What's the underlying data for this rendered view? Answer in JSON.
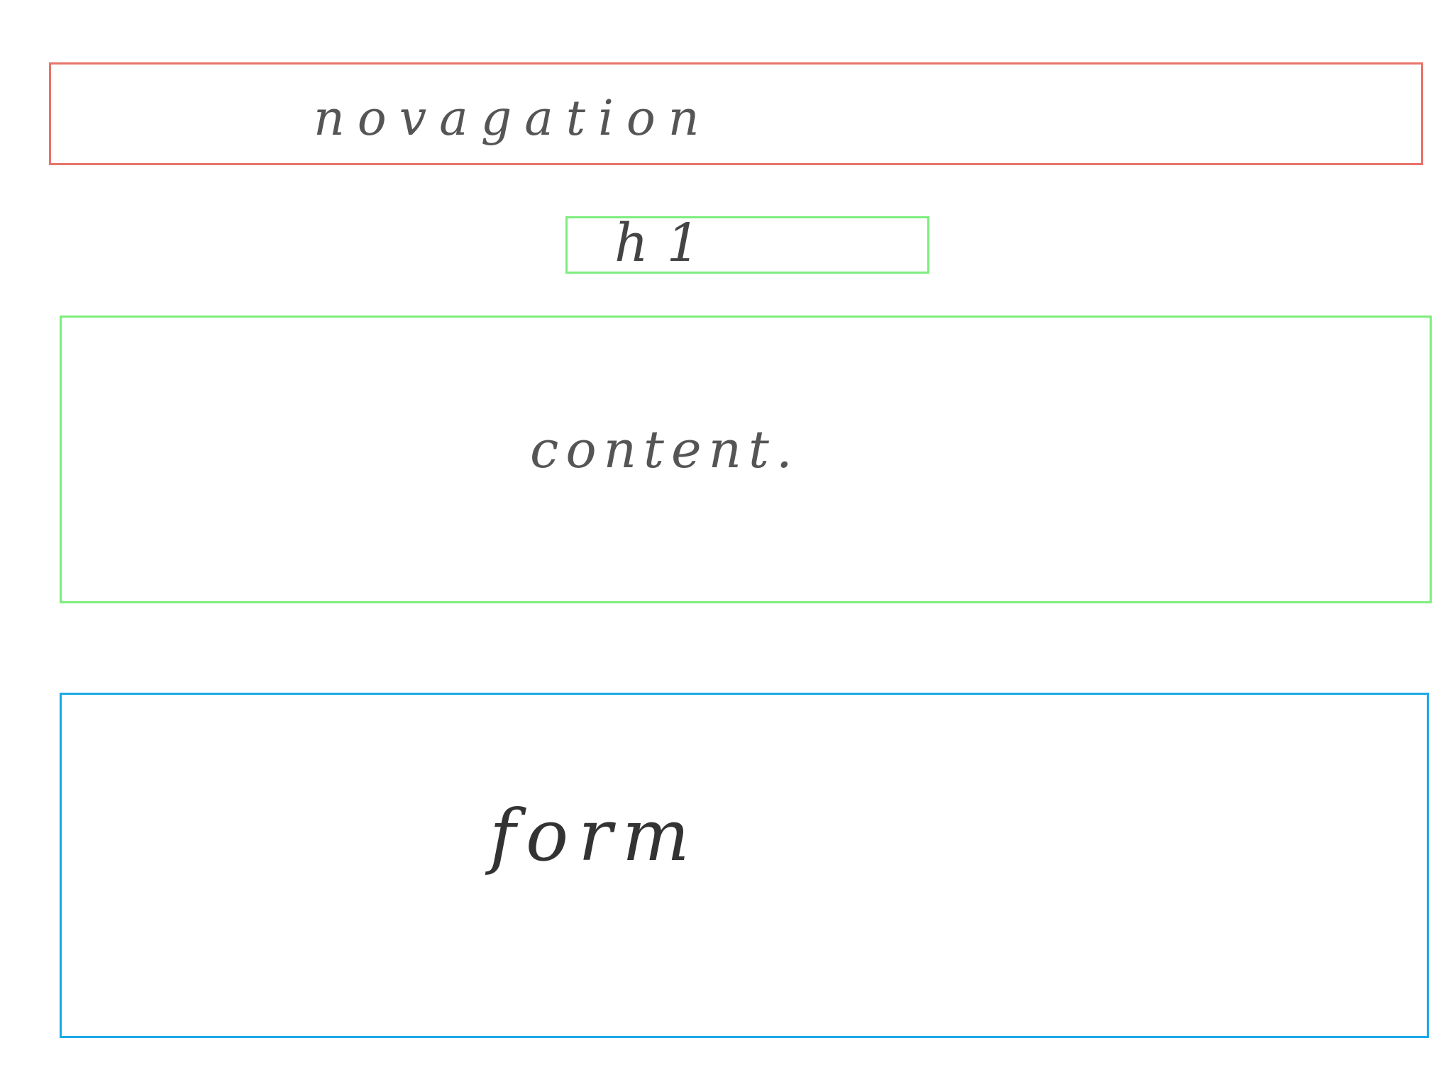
{
  "wireframe": {
    "navigation": {
      "label": "novagation",
      "color": "#e8736a"
    },
    "heading": {
      "label": "h1",
      "color": "#7ded7d"
    },
    "content": {
      "label": "content.",
      "color": "#7ded7d"
    },
    "form": {
      "label": "form",
      "color": "#1aa8e6"
    }
  }
}
